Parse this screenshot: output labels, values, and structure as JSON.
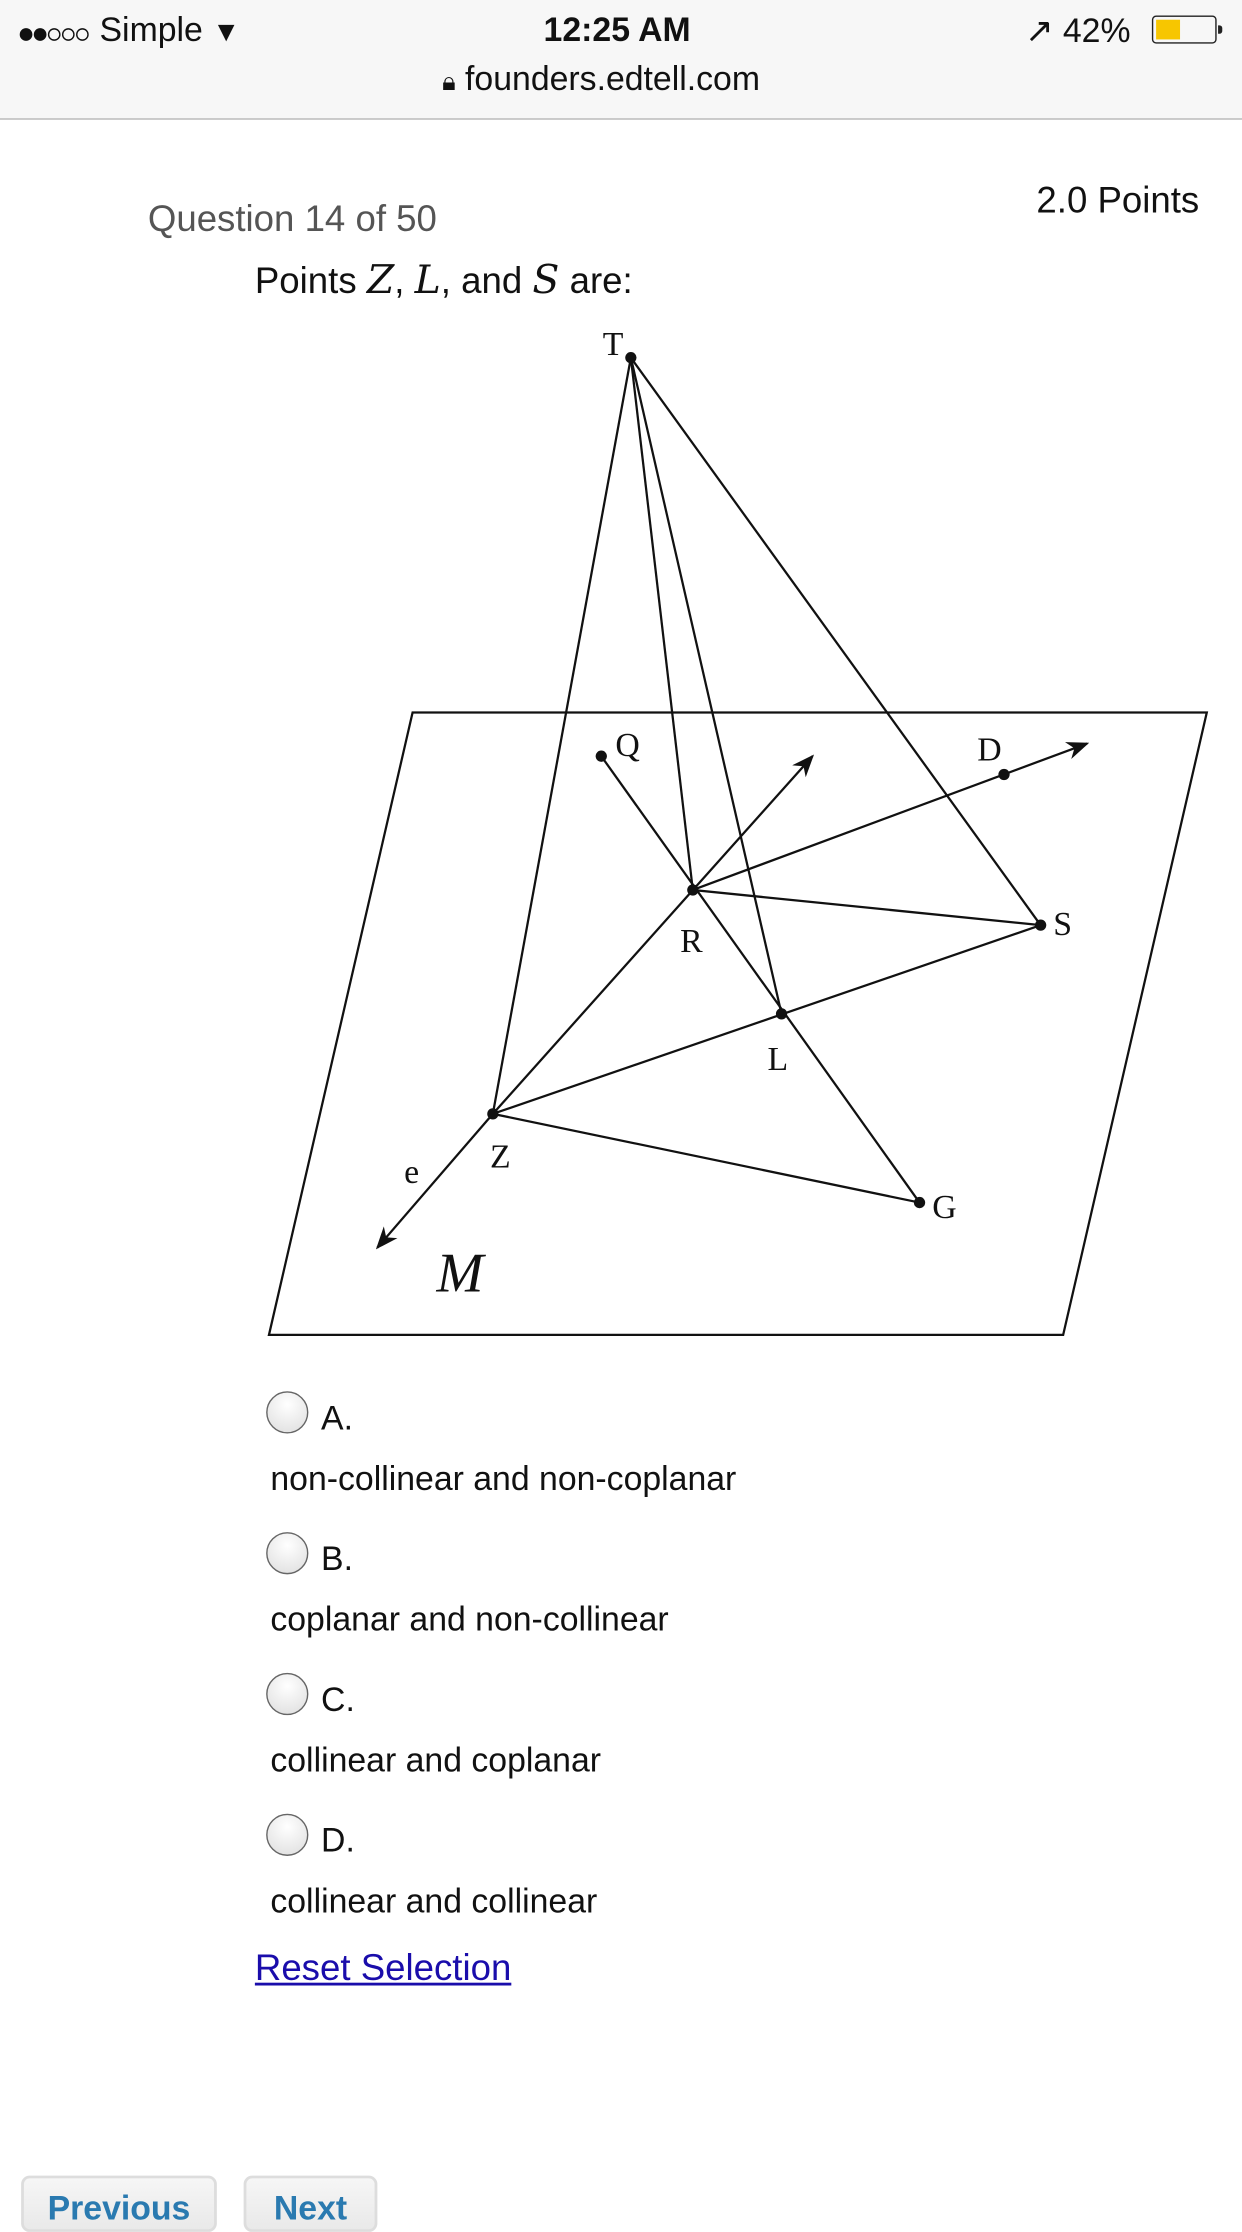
{
  "status_bar": {
    "carrier": "Simple",
    "signal_bars_filled": 2,
    "signal_bars_total": 5,
    "time": "12:25 AM",
    "battery": "42%",
    "battery_level": 0.42,
    "battery_color": "#f7c600",
    "url": "founders.edtell.com"
  },
  "question": {
    "counter": "Question 14 of 50",
    "points": "2.0 Points",
    "prompt_prefix": "Points ",
    "var1": "Z",
    "sep1": ", ",
    "var2": "L",
    "sep2": ", and ",
    "var3": "S",
    "prompt_suffix": " are:"
  },
  "diagram": {
    "labels": {
      "T": "T",
      "Q": "Q",
      "D": "D",
      "R": "R",
      "S": "S",
      "L": "L",
      "Z": "Z",
      "G": "G",
      "e": "e",
      "plane": "M"
    }
  },
  "options": [
    {
      "letter": "A.",
      "text": "non-collinear and non-coplanar",
      "selected": false
    },
    {
      "letter": "B.",
      "text": "coplanar and non-collinear",
      "selected": false
    },
    {
      "letter": "C.",
      "text": "collinear and coplanar",
      "selected": false
    },
    {
      "letter": "D.",
      "text": "collinear and collinear",
      "selected": false
    }
  ],
  "reset_label": "Reset Selection",
  "nav": {
    "previous": "Previous",
    "next": "Next"
  }
}
